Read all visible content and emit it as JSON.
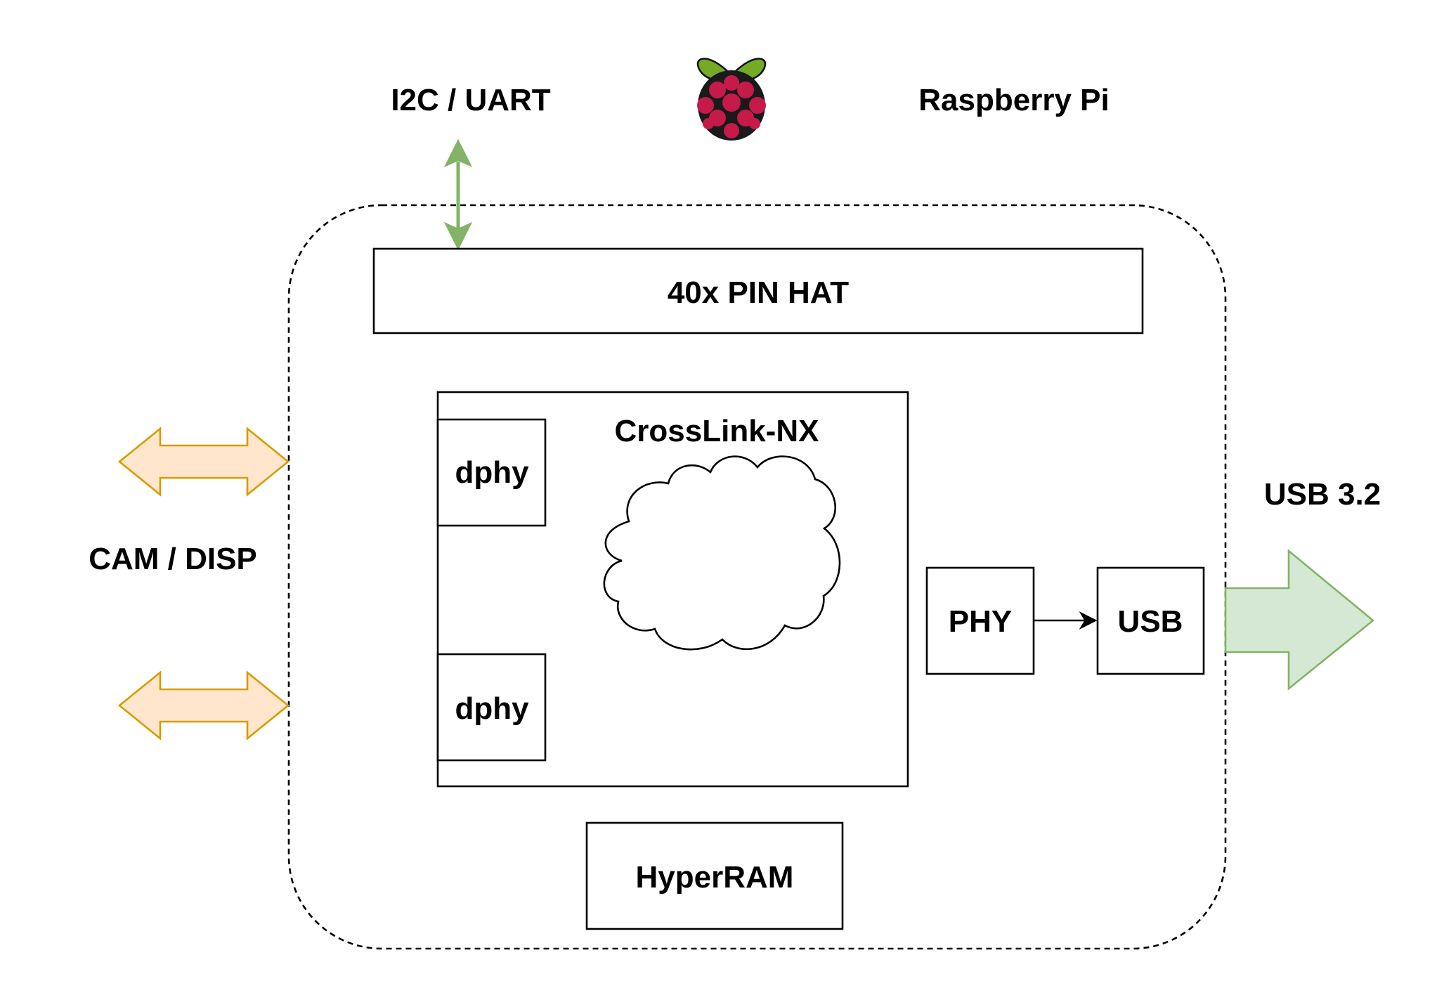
{
  "labels": {
    "i2c_uart": "I2C / UART",
    "raspberry_pi": "Raspberry Pi",
    "pin_hat": "40x PIN HAT",
    "crosslink": "CrossLink-NX",
    "dphy_top": "dphy",
    "dphy_bottom": "dphy",
    "cam_disp": "CAM / DISP",
    "usb_speed": "USB 3.2",
    "phy": "PHY",
    "usb": "USB",
    "hyperram": "HyperRAM"
  },
  "colors": {
    "stroke": "#000000",
    "green_stroke": "#82b366",
    "green_fill": "#d5e8d4",
    "orange_stroke": "#d79b00",
    "orange_fill": "#ffe6cc",
    "raspberry_red": "#c51a4a",
    "raspberry_leaf": "#75a928"
  },
  "icons": {
    "logo": "raspberry-pi-logo-icon",
    "cloud": "cloud-icon"
  }
}
